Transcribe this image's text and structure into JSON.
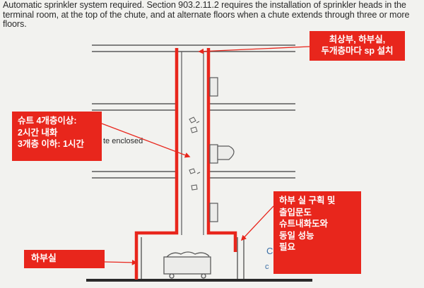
{
  "header_text": "Automatic sprinkler system required. Section 903.2.11.2 requires the installation of sprinkler heads in the terminal room, at the top of the chute, and at alternate floors when a chute extends through three or more floors.",
  "callouts": {
    "top": {
      "line1": "최상부, 하부실,",
      "line2": "두개층마다 sp 설치"
    },
    "left": {
      "line1": "슈트 4개층이상:",
      "line2": "2시간 내화",
      "line3": "3개층 이하: 1시간"
    },
    "right": {
      "line1": "하부 실 구획 및",
      "line2": "출입문도",
      "line3": "슈트내화도와",
      "line4": "동일 성능",
      "line5": "필요"
    },
    "bottom": {
      "label": "하부실"
    }
  },
  "diagram": {
    "chute_label": "te enclosed",
    "partial_label_1": "C",
    "partial_label_2": "c"
  },
  "colors": {
    "accent_red": "#e8261c",
    "line_gray": "#5a5a5a",
    "background": "#f2f2ef"
  }
}
